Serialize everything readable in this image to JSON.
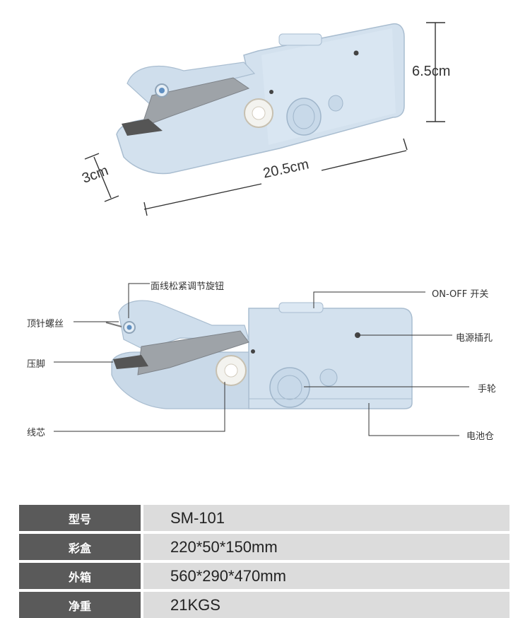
{
  "top_view": {
    "height_label": "6.5cm",
    "width_label": "3cm",
    "length_label": "20.5cm"
  },
  "callouts": {
    "tension_knob": "面线松紧调节旋钮",
    "top_needle_screw": "顶针螺丝",
    "presser_foot": "压脚",
    "spool": "线芯",
    "on_off": "ON-OFF 开关",
    "power_jack": "电源插孔",
    "handwheel": "手轮",
    "battery": "电池仓"
  },
  "specs": [
    {
      "key": "型号",
      "value": "SM-101"
    },
    {
      "key": "彩盒",
      "value": "220*50*150mm"
    },
    {
      "key": "外箱",
      "value": "560*290*470mm"
    },
    {
      "key": "净重",
      "value": "21KGS"
    }
  ],
  "colors": {
    "body": "#d5e2ef",
    "body_shade": "#b9cbdd",
    "metal": "#9ea3a8"
  }
}
